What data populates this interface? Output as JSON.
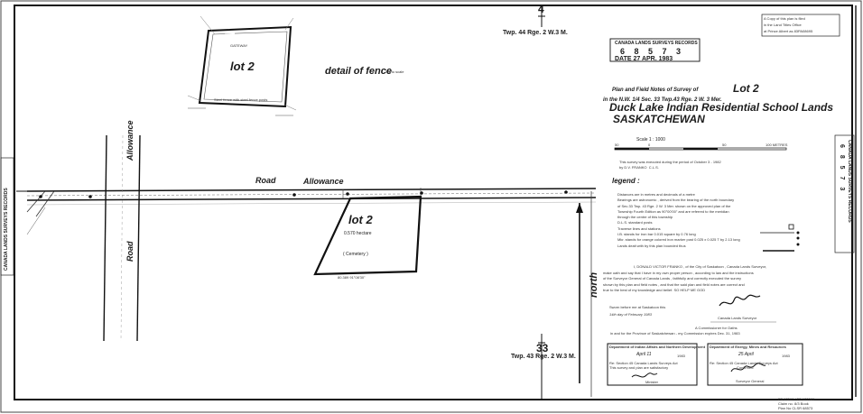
{
  "header": {
    "section_top": "4",
    "twp_top": "Twp. 44  Rge. 2  W.3 M.",
    "section_bottom": "33",
    "twp_bottom": "Twp. 43  Rge. 2  W.3 M."
  },
  "records_box": {
    "title": "CANADA LANDS SURVEYS RECORDS",
    "number": "6  8  5  7  3",
    "date": "DATE 27  APR. 1983"
  },
  "copy_stamp": {
    "line1": "A Copy of this plan is filed",
    "line2": "in the   Land Titles    Office",
    "line3": "at Prince Albert as 83PA08695"
  },
  "side_left": "CANADA LANDS SURVEYS RECORDS",
  "side_right_label": "CANADA LANDS SURVEYS RECORDS",
  "side_right_number": "6 8 5 7 3",
  "fence_detail": {
    "lot": "lot 2",
    "title": "detail of fence",
    "note": "not to scale",
    "gate": "GATEWAY",
    "fence_note": "Steel fence with steel fence posts"
  },
  "main_lot": {
    "lot": "lot 2",
    "area": "0.570 hectare",
    "label": "( Cemetery )",
    "bottom_dim": "80.389  91°08'30\""
  },
  "roads": {
    "road_allowance_left": "Allowance",
    "road_left_h": "Road",
    "road_vertical": "Road",
    "allowance_vertical": "Allowance",
    "north": "north"
  },
  "title_block": {
    "line1": "Plan and Field Notes of Survey of",
    "lot": "Lot 2",
    "line2": "in the N.W. 1/4 Sec. 33  Twp.43  Rge. 2  W. 3 Mer.",
    "line3": "Duck Lake Indian Residential School Lands",
    "line4": "SASKATCHEWAN"
  },
  "scale": {
    "label": "Scale  1 : 1000",
    "ticks": [
      "50",
      "0",
      "50",
      "100 METRES"
    ]
  },
  "survey_period": "This survey was executed during the period of October 3 - 1982\nby D.V. FRANKO  C.L.S.",
  "legend": {
    "title": "legend :",
    "items": [
      "Distances are in metres and decimals of a metre",
      "Bearings are astronomic , derived from the bearing of the north boundary",
      "of Sec.33  Twp. 43  Rge. 2  W. 3 Mer.  shown on the approved plan of the",
      "Township Fourth Edition as 90°00'00\" and are referred to the meridian",
      "through the centre of this township",
      "D.L.S. standard posts",
      "Traverse lines and stations",
      "I.B. stands for iron bar 0.015 square by 0.76 long",
      "Mkr. stands for orange colored iron marker post  0.025 x 0.025 T by 2.13 long",
      "Lands dealt with by this plan bounded thus"
    ]
  },
  "oath": [
    "I, DONALD VICTOR FRANKO , of the City of Saskatoon , Canada Lands Surveyor,",
    "make oath and say that I have in my own proper person , according to law and the instructions",
    "of the Surveyor General of Canada Lands , faithfully and correctly executed the survey",
    "shown by this plan and field notes , and that the said plan and field notes are correct and",
    "true to the best of my knowledge and belief.  SO HELP ME GOD"
  ],
  "sworn": {
    "line1": "Sworn before me at Saskatoon this",
    "line2": "14th  day of  February  1983",
    "surveyor": "Canada Lands Surveyor",
    "commissioner": "A Commissioner for Oaths",
    "commission": "in and for the Province of Saskatchewan - my Commission expires Dec. 31, 1983"
  },
  "dept_left": {
    "title": "Department of Indian Affairs and Northern Development",
    "date": "April  11",
    "year": "1983",
    "note": "Re: Section 45 Canada Lands Surveys Act",
    "note2": "This survey and plan are satisfactory",
    "role": "Minister"
  },
  "dept_right": {
    "title": "Department of Energy, Mines and Resources",
    "date": "25  April",
    "year": "1983",
    "note": "Re: Section 45 Canada Lands Surveys Act",
    "note2": "Confirmed",
    "role": "Surveyor General"
  },
  "footer_note": "FB 13569 / FB 122089\nClaim no. 8/3 Book\nPlan No CLSR 68573",
  "colors": {
    "ink": "#1c1c1c",
    "paper": "#ffffff",
    "stamp_bg": "#e9e9e9"
  }
}
